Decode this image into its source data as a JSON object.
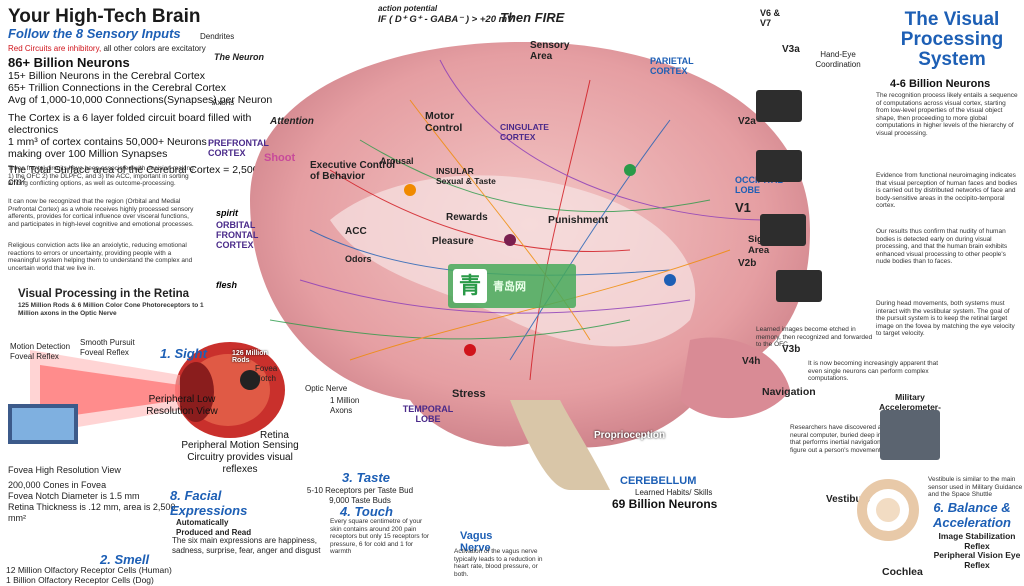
{
  "header": {
    "title": "Your High-Tech Brain",
    "subtitle": "Follow the 8 Sensory Inputs",
    "legend_note_red": "Red Circuits are inhibitory,",
    "legend_note_rest": "all other colors are excitatory"
  },
  "stats": {
    "headline": "86+ Billion Neurons",
    "line1": "15+ Billion Neurons in the Cerebral Cortex",
    "line2": "65+ Trillion Connections in the Cerebral Cortex",
    "line3": "Avg of 1,000-10,000 Connections(Synapses) per Neuron",
    "line4": "The Cortex is a 6 layer folded circuit board filled with electronics",
    "line5": "1 mm³ of cortex contains 50,000+ Neurons",
    "line6": "making over 100 Million Synapses",
    "line7": "The Total Surface area of the Cerebral Cortex = 2,500 cm²"
  },
  "prefrontal": {
    "quote1": "Three frontal circuits have been associated with decision making: 1) the OFC 2) the DLPFC, and 3) the ACC, important in sorting among conflicting options, as well as outcome-processing.",
    "quote2": "It can now be recognized that the region (Orbital and Medial Prefrontal Cortex) as a whole receives highly processed sensory afferents, provides for cortical influence over visceral functions, and participates in high-level cognitive and emotional processes.",
    "quote3": "Religious conviction acts like an anxiolytic, reducing emotional reactions to errors or uncertainty, providing people with a meaningful system helping them to understand the complex and uncertain world that we live in."
  },
  "retina": {
    "title": "Visual Processing in the Retina",
    "sub": "125 Million Rods & 6 Million Color Cone Photoreceptors to 1 Million axons in the Optic Nerve",
    "labels": [
      "Motion Detection Foveal Reflex",
      "Smooth Pursuit Foveal Reflex",
      "1. Sight",
      "Fovea Notch",
      "126 Million Rods",
      "Optic Nerve",
      "1 Million Axons",
      "Peripheral Low Resolution View",
      "Retina",
      "Peripheral Motion Sensing Circuitry provides visual reflexes"
    ],
    "fovea_lines": [
      "Fovea High Resolution View",
      "200,000 Cones in Fovea",
      "Fovea Notch Diameter is 1.5 mm",
      "Retina Thickness is .12 mm, area is 2,500 mm²"
    ]
  },
  "senses": {
    "smell": "2. Smell",
    "smell_cells1": "12 Million Olfactory Receptor Cells (Human)",
    "smell_cells2": "1 Billion Olfactory Receptor Cells (Dog)",
    "taste": "3. Taste",
    "taste_lines": [
      "5-10 Receptors per Taste Bud",
      "9,000 Taste Buds"
    ],
    "touch": "4. Touch",
    "touch_text": "Every square centimetre of your skin contains around 200 pain receptors but only 15 receptors for pressure, 6 for cold and 1 for warmth",
    "facial": "8. Facial Expressions",
    "facial_sub": "Automatically Produced and Read",
    "facial_text": "The six main expressions are happiness, sadness, surprise, fear, anger and disgust",
    "balance": "6. Balance & Acceleration",
    "balance_items": [
      "Image Stabilization Reflex",
      "Peripheral Vision Eye Reflex"
    ],
    "vestibule": "Vestibule",
    "vestibule_text": "Vestibule is similar to the main sensor used in Military Guidance and the Space Shuttle",
    "cochlea": "Cochlea",
    "vagus": "Vagus Nerve",
    "vagus_text": "Activation of the vagus nerve typically leads to a reduction in heart rate, blood pressure, or both."
  },
  "brain_regions": {
    "sensory_area": "Sensory Area",
    "parietal": "PARIETAL CORTEX",
    "motor_control": "Motor Control",
    "cingulate": "CINGULATE CORTEX",
    "exec": "Executive Control of Behavior",
    "insular": "INSULAR Sexual & Taste",
    "ofc": "ORBITAL FRONTAL CORTEX",
    "prefrontal": "PREFRONTAL CORTEX",
    "rewards": "Rewards",
    "pleasure": "Pleasure",
    "punishment": "Punishment",
    "acc": "ACC",
    "temporal": "TEMPORAL LOBE",
    "cerebellum": "CEREBELLUM",
    "cereb_sub": "Learned Habits/ Skills",
    "cereb_count": "69 Billion Neurons",
    "stress": "Stress",
    "occipital": "OCCIPITAL LOBE",
    "v1": "V1",
    "v2a": "V2a",
    "v2b": "V2b",
    "v3a": "V3a",
    "v3b": "V3b",
    "v4h": "V4h",
    "v6v7": "V6 & V7",
    "sight_area": "Sight Area",
    "attention": "Attention",
    "arousal": "Arousal",
    "odors": "Odors",
    "fire": "Then FIRE",
    "action_potential": "action potential",
    "formula": "IF ( D⁺ G⁺ - GABA⁻ ) > +20 mV",
    "proprioception": "Proprioception",
    "navigation": "Navigation",
    "military": "Military Accelerometer- Gyro Triad",
    "neuron": "The Neuron",
    "dendrites": "Dendrites",
    "axons": "Axons",
    "shoot": "Shoot",
    "spirit": "spirit",
    "flesh": "flesh"
  },
  "visual_system": {
    "title": "The Visual Processing System",
    "count": "4-6 Billion Neurons",
    "p1": "The recognition process likely entails a sequence of computations across visual cortex, starting from low-level properties of the visual object shape, then proceeding to more global computations in higher levels of the hierarchy of visual processing.",
    "p2": "Evidence from functional neuroimaging indicates that visual perception of human faces and bodies is carried out by distributed networks of face and body-sensitive areas in the occipito-temporal cortex.",
    "p3": "Our results thus confirm that nudity of human bodies is detected early on during visual processing, and that the human brain exhibits enhanced visual processing to other people's nude bodies than to faces.",
    "p4": "During head movements, both systems must interact with the vestibular system. The goal of the pursuit system is to keep the retinal target image on the fovea by matching the eye velocity to target velocity.",
    "p5": "It is now becoming increasingly apparent that even single neurons can perform complex computations.",
    "p6": "Researchers have discovered a sophisticated neural computer, buried deep in the cerebellum, that performs inertial navigation calculations to figure out a person's movement through space.",
    "hand_eye": "Hand-Eye Coordination",
    "learned": "Learned images become etched in memory, then recognized and forwarded to the OFC"
  },
  "watermark": {
    "icon": "青",
    "text": "青岛网"
  },
  "colors": {
    "title_blue": "#1d5fb5",
    "inhibit_red": "#d0141b",
    "brain_pink": "#e6a3a7",
    "watermark_green": "#46aa5a"
  }
}
